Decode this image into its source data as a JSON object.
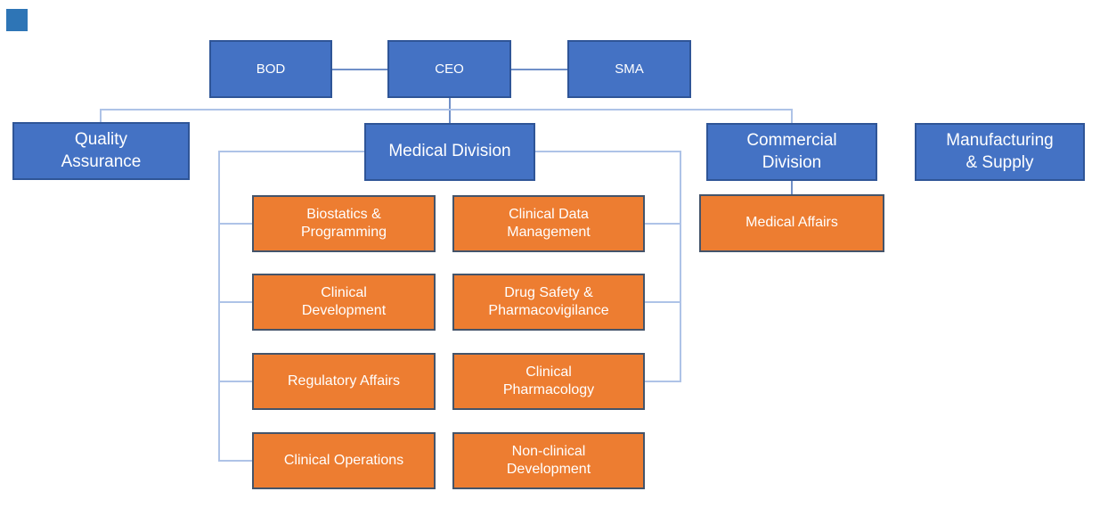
{
  "colors": {
    "background": "#FFFFFF",
    "text_color": "#FFFFFF",
    "blue_fill": "#4472C4",
    "blue_border": "#2F5597",
    "orange_fill": "#ED7D31",
    "orange_border": "#44546A",
    "connector_light": "#AEC3E7",
    "connector_dark": "#7090C8",
    "accent_square": "#2E75B6"
  },
  "org": {
    "board_row": [
      {
        "label": "BOD"
      },
      {
        "label": "CEO"
      },
      {
        "label": "SMA"
      }
    ],
    "division_row": [
      {
        "label": "Quality\nAssurance"
      },
      {
        "label": "Medical Division"
      },
      {
        "label": "Commercial\nDivision"
      },
      {
        "label": "Manufacturing\n& Supply"
      }
    ],
    "medical_division_departments": {
      "left_column": [
        {
          "label": "Biostatics &\nProgramming"
        },
        {
          "label": "Clinical\nDevelopment"
        },
        {
          "label": "Regulatory Affairs"
        },
        {
          "label": "Clinical Operations"
        }
      ],
      "right_column": [
        {
          "label": "Clinical Data\nManagement"
        },
        {
          "label": "Drug Safety &\nPharmacovigilance"
        },
        {
          "label": "Clinical\nPharmacology"
        },
        {
          "label": "Non-clinical\nDevelopment"
        }
      ]
    },
    "commercial_division_departments": [
      {
        "label": "Medical Affairs"
      }
    ]
  }
}
